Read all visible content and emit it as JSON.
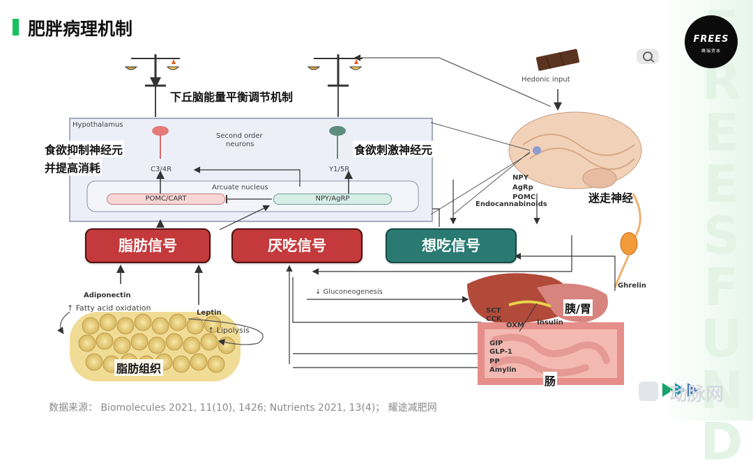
{
  "slide": {
    "title": "肥胖病理机制",
    "source": "数据来源： Biomolecules 2021, 11(10), 1426; Nutrients 2021, 13(4)； 耀途减肥网"
  },
  "logo": {
    "main": "FREES",
    "sub": "峰瑞资本"
  },
  "side_word": "FREESFUND",
  "watermark": {
    "text": "动脉网"
  },
  "diagram": {
    "hedonic": "Hedonic input",
    "balance_title": "下丘脑能量平衡调节机制",
    "hypothalamus": "Hypothalamus",
    "second_order": "Second order",
    "neurons": "neurons",
    "inhib_line1": "食欲抑制神经元",
    "inhib_line2": "并提高消耗",
    "stim": "食欲刺激神经元",
    "receptor_left": "C3/4R",
    "receptor_right": "Y1/5R",
    "arcuate": "Arcuate nucleus",
    "pomc": "POMC/CART",
    "npy_agrp": "NPY/AgRP",
    "fat_signal": "脂肪信号",
    "satiety_signal": "厌吃信号",
    "hunger_signal": "想吃信号",
    "brain_npy": "NPY",
    "brain_agrp": "AgRp",
    "brain_pomc": "POMC",
    "brain_endo": "Endocannabinoids",
    "vagus": "迷走神经",
    "adiponectin": "Adiponectin",
    "fatty_acid": "↑ Fatty acid oxidation",
    "leptin": "Leptin",
    "lipolysis": "↑ Lipolysis",
    "adipose": "脂肪组织",
    "gluco": "↓ Gluconeogenesis",
    "ghrelin": "Ghrelin",
    "sct": "SCT",
    "cck": "CCK",
    "oxm": "OXM",
    "insulin": "Insulin",
    "pancreas": "胰/胃",
    "gip": "GIP",
    "glp1": "GLP-1",
    "pp": "PP",
    "amylin": "Amylin",
    "intestine": "肠"
  }
}
